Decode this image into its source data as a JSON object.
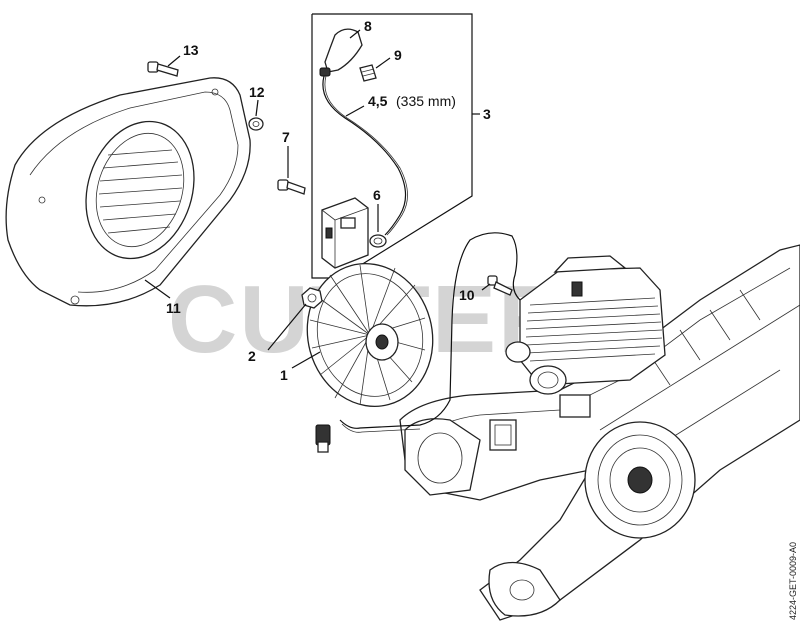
{
  "watermark": "CUTTERS",
  "side_code": "4224-GET-0009-A0",
  "callouts": {
    "c13": "13",
    "c12": "12",
    "c7": "7",
    "c8": "8",
    "c9": "9",
    "c45": "4,5",
    "c45_len": "(335 mm)",
    "c3": "3",
    "c6": "6",
    "c10": "10",
    "c11": "11",
    "c2": "2",
    "c1": "1"
  }
}
